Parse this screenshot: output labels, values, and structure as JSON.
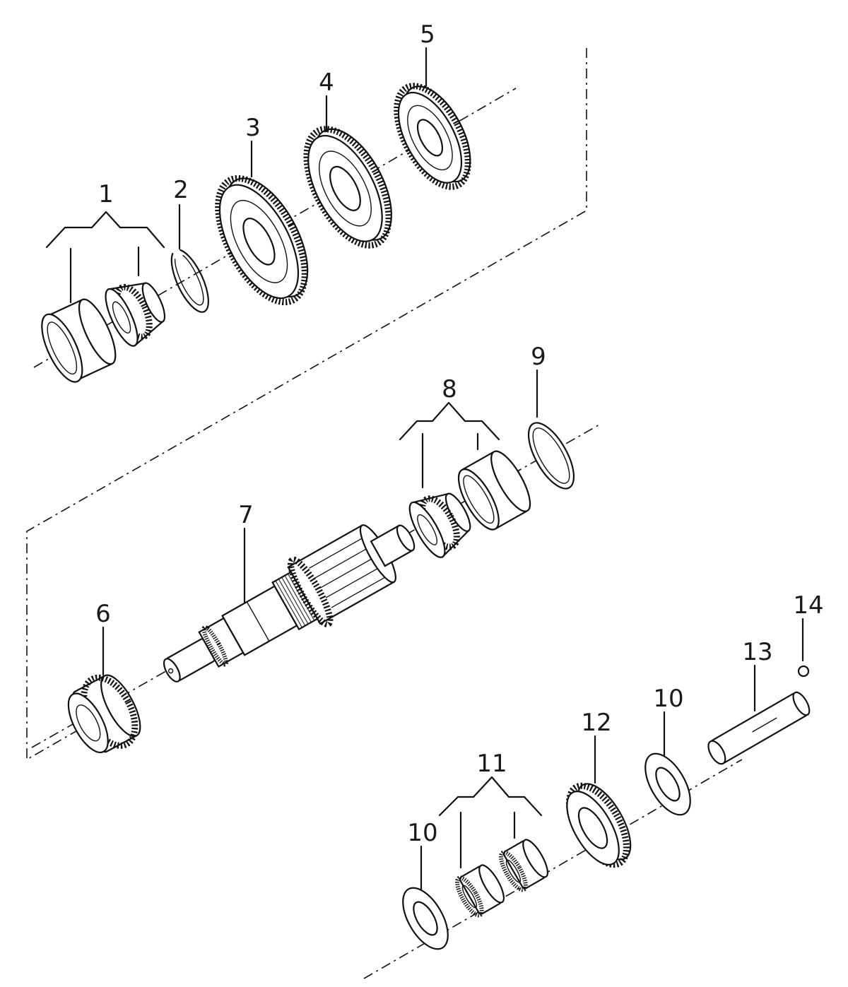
{
  "callouts": [
    {
      "id": "1",
      "text": "1"
    },
    {
      "id": "2",
      "text": "2"
    },
    {
      "id": "3",
      "text": "3"
    },
    {
      "id": "4",
      "text": "4"
    },
    {
      "id": "5",
      "text": "5"
    },
    {
      "id": "6",
      "text": "6"
    },
    {
      "id": "7",
      "text": "7"
    },
    {
      "id": "8",
      "text": "8"
    },
    {
      "id": "9",
      "text": "9"
    },
    {
      "id": "10a",
      "text": "10"
    },
    {
      "id": "10b",
      "text": "10"
    },
    {
      "id": "11",
      "text": "11"
    },
    {
      "id": "12",
      "text": "12"
    },
    {
      "id": "13",
      "text": "13"
    },
    {
      "id": "14",
      "text": "14"
    }
  ],
  "colors": {
    "line": "#111111",
    "background": "#ffffff"
  }
}
